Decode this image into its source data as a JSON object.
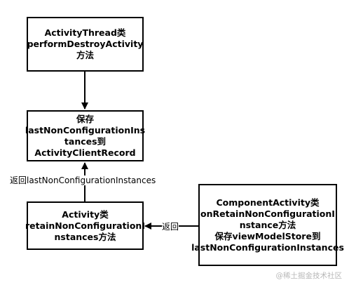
{
  "diagram": {
    "nodes": [
      {
        "id": "destroy",
        "lines": [
          "ActivityThread类",
          "performDestroyActivity",
          "方法"
        ]
      },
      {
        "id": "save",
        "lines": [
          "保存",
          "lastNonConfigurationIns",
          "tances到",
          "ActivityClientRecord"
        ]
      },
      {
        "id": "retain",
        "lines": [
          "Activity类",
          "retainNonConfigurationI",
          "nstances方法"
        ]
      },
      {
        "id": "component",
        "lines": [
          "ComponentActivity类",
          "onRetainNonConfigurationI",
          "nstance方法",
          "保存viewModelStore到",
          "lastNonConfigurationInstances"
        ]
      }
    ],
    "edges": [
      {
        "from": "destroy",
        "to": "save",
        "label": ""
      },
      {
        "from": "retain",
        "to": "save",
        "label": "返回lastNonConfigurationInstances"
      },
      {
        "from": "component",
        "to": "retain",
        "label": "返回"
      }
    ],
    "watermark": "@稀土掘金技术社区"
  }
}
